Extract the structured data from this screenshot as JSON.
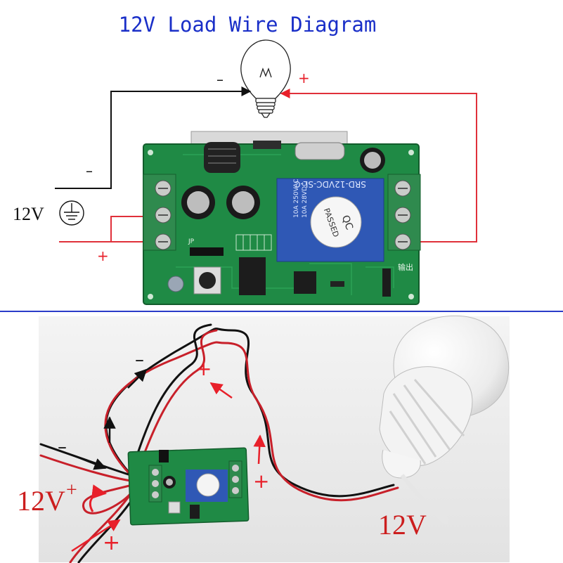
{
  "title": "12V Load Wire Diagram",
  "top": {
    "minus_lamp": "–",
    "plus_lamp": "+",
    "minus_input": "–",
    "plus_input": "+",
    "voltage_label": "12V",
    "relay_text": "SRD-12VDC-SL-C",
    "relay_rating_1": "10A 250VAC",
    "relay_rating_2": "10A 28VDC",
    "seal_top": "QC",
    "seal_bottom": "PASSED",
    "output_label": "输出",
    "jp_label": "JP"
  },
  "bottom": {
    "minus_top": "–",
    "plus_top": "+",
    "minus_left": "–",
    "plus_right": "+",
    "voltage_left": "12V",
    "plus_left_sup": "+",
    "plus_bottom": "+",
    "voltage_right": "12V"
  },
  "colors": {
    "title_blue": "#1a2fc8",
    "divider_blue": "#2a3cc8",
    "wire_red": "#e0303a",
    "wire_black": "#111111",
    "pcb_green": "#1f8a45",
    "relay_blue": "#2f58b5",
    "annot_red": "#e8202a"
  }
}
